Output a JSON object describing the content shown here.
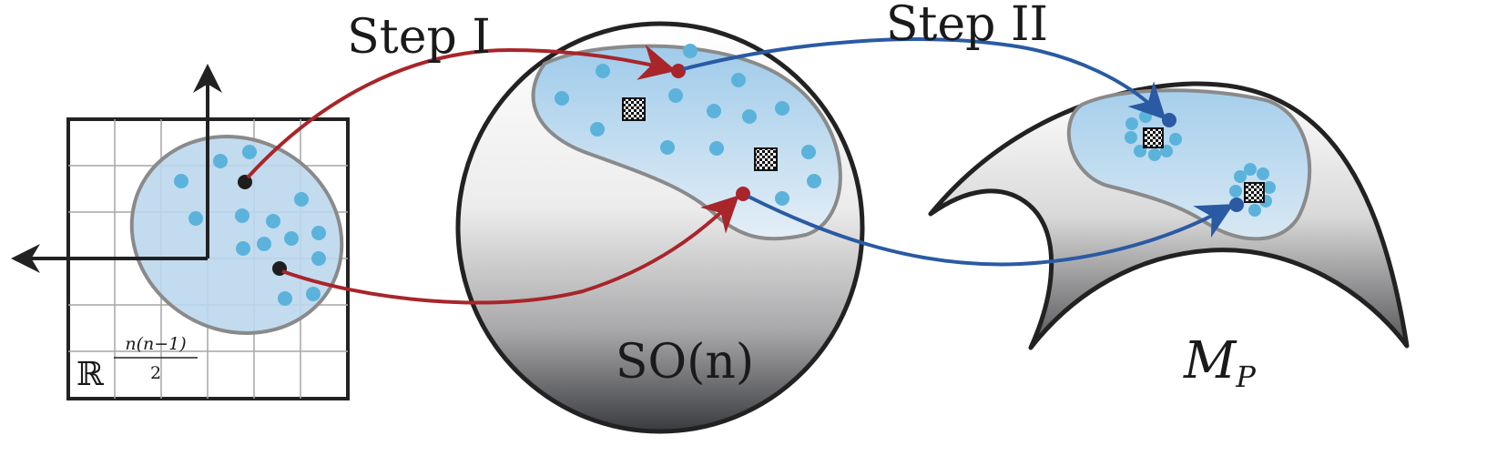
{
  "labels": {
    "step1": "Step I",
    "step2": "Step II",
    "sphere": "SO(n)",
    "manifold_main": "M",
    "manifold_sub": "P",
    "space_symbol": "ℝ",
    "space_exp_num": "n(n−1)",
    "space_exp_den": "2"
  },
  "colors": {
    "outline": "#222222",
    "grid": "#a6a6a6",
    "region_fill": "#bcd7ec",
    "region_stroke": "#8a8a8a",
    "dot": "#5bb3dc",
    "step1_arrow": "#a8252a",
    "step2_arrow": "#2a5aa3",
    "point_dark": "#1e1e1e"
  },
  "icons": [
    "checker-matrix-icon"
  ]
}
